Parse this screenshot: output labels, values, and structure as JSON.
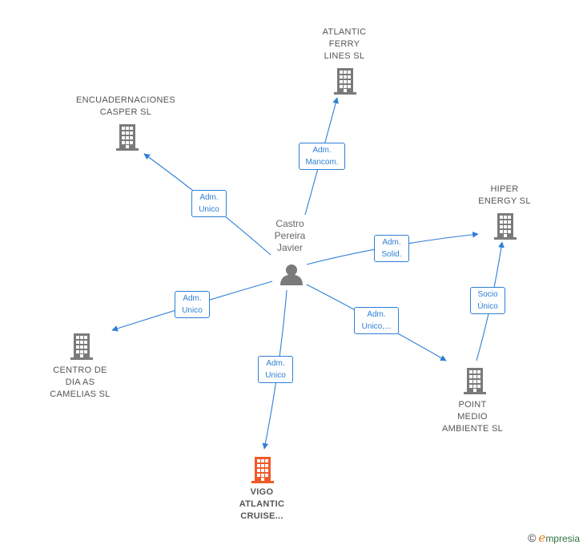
{
  "colors": {
    "edge": "#2f7fd6",
    "building": "#7a7a7a",
    "building_highlight": "#ef5a28",
    "person": "#7a7a7a"
  },
  "person": {
    "label": "Castro\nPereira\nJavier",
    "icon": "person-icon"
  },
  "companies": {
    "atlantic_ferry": {
      "label": "ATLANTIC\nFERRY\nLINES  SL",
      "icon": "building-icon"
    },
    "encuadernaciones": {
      "label": "ENCUADERNACIONES\nCASPER SL",
      "icon": "building-icon"
    },
    "hiper_energy": {
      "label": "HIPER\nENERGY SL",
      "icon": "building-icon"
    },
    "centro_de_dia": {
      "label": "CENTRO DE\nDIA AS\nCAMELIAS  SL",
      "icon": "building-icon"
    },
    "point_medio": {
      "label": "POINT\nMEDIO\nAMBIENTE SL",
      "icon": "building-icon"
    },
    "vigo_atlantic": {
      "label": "VIGO\nATLANTIC\nCRUISE...",
      "icon": "building-icon",
      "highlight": true
    }
  },
  "edges": {
    "to_atlantic_ferry": "Adm.\nMancom.",
    "to_encuadernaciones": "Adm.\nUnico",
    "to_hiper_energy": "Adm.\nSolid.",
    "to_centro_de_dia": "Adm.\nUnico",
    "to_point_medio": "Adm.\nUnico,...",
    "to_vigo_atlantic": "Adm.\nUnico",
    "point_to_hiper": "Socio\nÚnico"
  },
  "brand": {
    "copyright": "©",
    "initial": "e",
    "rest": "mpresia"
  }
}
